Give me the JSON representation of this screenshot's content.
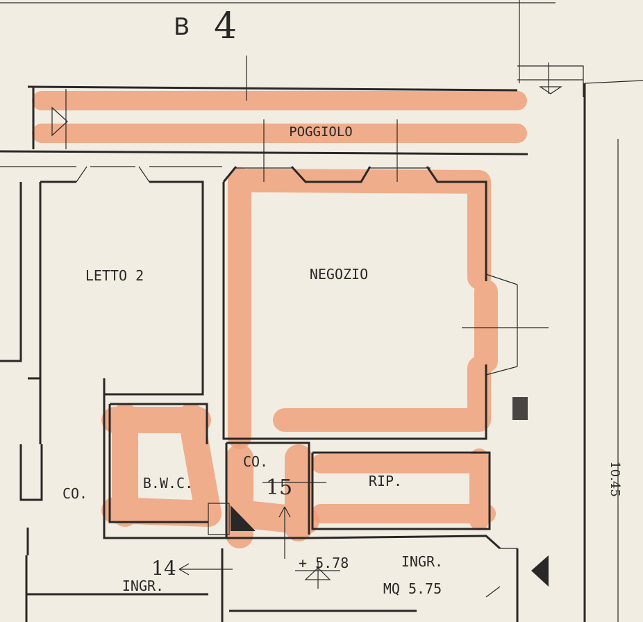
{
  "grid_ref": {
    "letter": "B",
    "number": "4"
  },
  "rooms": {
    "poggiolo": "POGGIOLO",
    "letto2": "LETTO 2",
    "negozio": "NEGOZIO",
    "co_upper": "CO.",
    "co_left": "CO.",
    "bwc": "B.W.C.",
    "rip": "RIP.",
    "ingr_right": "INGR.",
    "ingr_left": "INGR."
  },
  "annotations": {
    "num_15": "15",
    "num_14": "14",
    "level": "+ 5.78",
    "area": "MQ 5.75",
    "side_dim": "10.45"
  },
  "colors": {
    "highlight": "#ee9f79",
    "ink": "#2a2826",
    "paper": "#f1ede2"
  }
}
